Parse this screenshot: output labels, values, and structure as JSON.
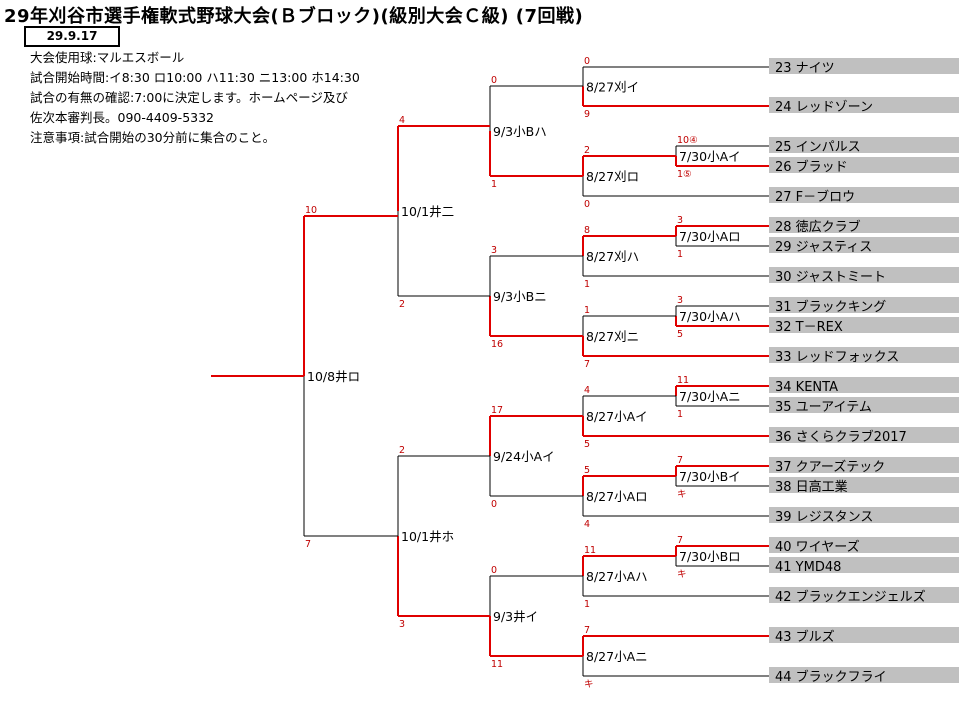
{
  "header": {
    "title": "29年刈谷市選手権軟式野球大会(Ｂブロック)(級別大会Ｃ級) (7回戦)",
    "date": "29.9.17"
  },
  "info_lines": [
    "大会使用球:マルエスボール",
    "試合開始時間:イ8:30  ロ10:00  ハ11:30  ニ13:00  ホ14:30",
    "試合の有無の確認:7:00に決定します。ホームページ及び",
    "佐次本審判長。090-4409-5332",
    "注意事項:試合開始の30分前に集合のこと。"
  ],
  "teams": [
    {
      "num": "23",
      "name": "ナイツ"
    },
    {
      "num": "24",
      "name": "レッドゾーン"
    },
    {
      "num": "25",
      "name": "インパルス"
    },
    {
      "num": "26",
      "name": "ブラッド"
    },
    {
      "num": "27",
      "name": "F－ブロウ"
    },
    {
      "num": "28",
      "name": "徳広クラブ"
    },
    {
      "num": "29",
      "name": "ジャスティス"
    },
    {
      "num": "30",
      "name": "ジャストミート"
    },
    {
      "num": "31",
      "name": "ブラックキング"
    },
    {
      "num": "32",
      "name": "T－REX"
    },
    {
      "num": "33",
      "name": "レッドフォックス"
    },
    {
      "num": "34",
      "name": "KENTA"
    },
    {
      "num": "35",
      "name": "ユーアイテム"
    },
    {
      "num": "36",
      "name": "さくらクラブ2017"
    },
    {
      "num": "37",
      "name": "クアーズテック"
    },
    {
      "num": "38",
      "name": "日高工業"
    },
    {
      "num": "39",
      "name": "レジスタンス"
    },
    {
      "num": "40",
      "name": "ワイヤーズ"
    },
    {
      "num": "41",
      "name": "YMD48"
    },
    {
      "num": "42",
      "name": "ブラックエンジェルズ"
    },
    {
      "num": "43",
      "name": "ブルズ"
    },
    {
      "num": "44",
      "name": "ブラックフライ"
    }
  ],
  "matches": [
    {
      "id": "r1a",
      "label": "7/30小Aイ",
      "top": "10④",
      "bottom": "1⑤"
    },
    {
      "id": "r1b",
      "label": "7/30小Aロ",
      "top": "3",
      "bottom": "1"
    },
    {
      "id": "r1c",
      "label": "7/30小Aハ",
      "top": "3",
      "bottom": "5"
    },
    {
      "id": "r1d",
      "label": "7/30小Aニ",
      "top": "11",
      "bottom": "1"
    },
    {
      "id": "r1e",
      "label": "7/30小Bイ",
      "top": "7",
      "bottom": "キ"
    },
    {
      "id": "r1f",
      "label": "7/30小Bロ",
      "top": "7",
      "bottom": "キ"
    },
    {
      "id": "r2a",
      "label": "8/27刈イ",
      "top": "0",
      "bottom": "9"
    },
    {
      "id": "r2b",
      "label": "8/27刈ロ",
      "top": "2",
      "bottom": "0"
    },
    {
      "id": "r2c",
      "label": "8/27刈ハ",
      "top": "8",
      "bottom": "1"
    },
    {
      "id": "r2d",
      "label": "8/27刈ニ",
      "top": "1",
      "bottom": "7"
    },
    {
      "id": "r2e",
      "label": "8/27小Aイ",
      "top": "4",
      "bottom": "5"
    },
    {
      "id": "r2f",
      "label": "8/27小Aロ",
      "top": "5",
      "bottom": "4"
    },
    {
      "id": "r2g",
      "label": "8/27小Aハ",
      "top": "11",
      "bottom": "1"
    },
    {
      "id": "r2h",
      "label": "8/27小Aニ",
      "top": "7",
      "bottom": "キ"
    },
    {
      "id": "r3a",
      "label": "9/3小Bハ",
      "top": "0",
      "bottom": "1"
    },
    {
      "id": "r3b",
      "label": "9/3小Bニ",
      "top": "3",
      "bottom": "16"
    },
    {
      "id": "r3c",
      "label": "9/24小Aイ",
      "top": "17",
      "bottom": "0"
    },
    {
      "id": "r3d",
      "label": "9/3井イ",
      "top": "0",
      "bottom": "11"
    },
    {
      "id": "r4a",
      "label": "10/1井二",
      "top": "4",
      "bottom": "2"
    },
    {
      "id": "r4b",
      "label": "10/1井ホ",
      "top": "2",
      "bottom": "3"
    },
    {
      "id": "r5",
      "label": "10/8井ロ",
      "top": "10",
      "bottom": "7"
    }
  ],
  "colors": {
    "winner_line": "#e00000",
    "loser_line": "#000000",
    "score": "#c00000",
    "team_box": "#c0c0c0"
  }
}
